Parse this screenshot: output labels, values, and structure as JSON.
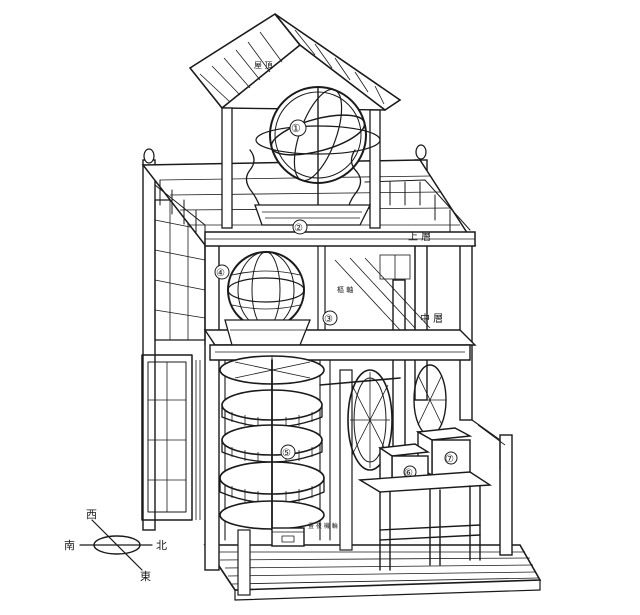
{
  "labels": {
    "roof": "屋 頂",
    "upper_floor": "上 層",
    "middle_floor": "中 層",
    "shaft_label": "樞 軸",
    "lower_text": "晝 夜 機 輪"
  },
  "markers": {
    "m1": "①",
    "m2": "②",
    "m3": "③",
    "m4": "④",
    "m5": "⑤",
    "m6": "⑥",
    "m7": "⑦"
  },
  "compass": {
    "north": "北",
    "south": "南",
    "east": "東",
    "west": "西"
  }
}
